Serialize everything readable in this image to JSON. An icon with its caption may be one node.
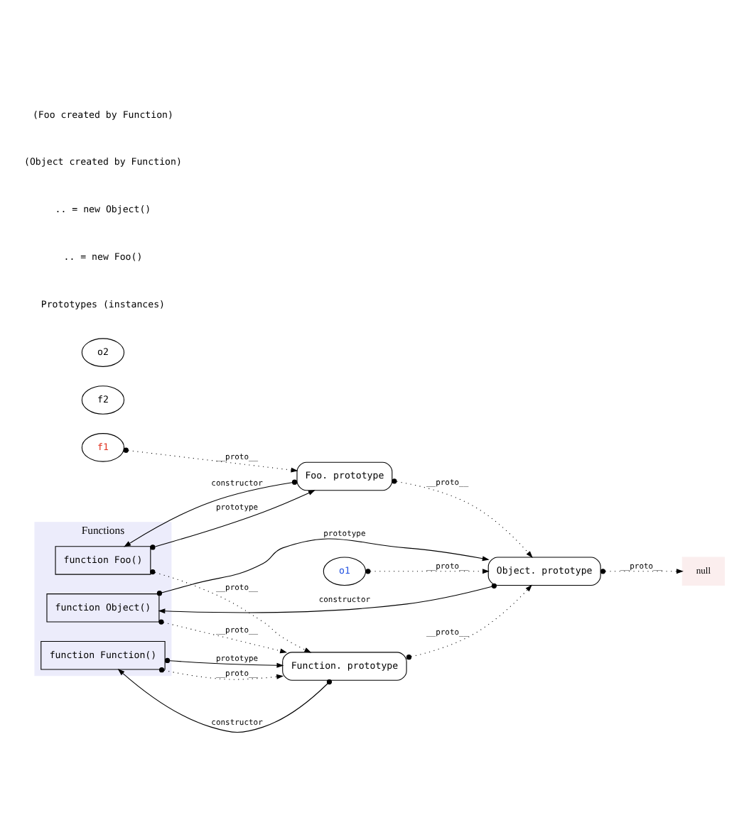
{
  "diagram": {
    "nodes": [
      {
        "text": [
          "Functions"
        ]
      },
      {
        "text": [
          "f2"
        ]
      },
      {
        "text": [
          "f1"
        ]
      },
      {
        "text": [
          "function Foo()"
        ],
        "in": 0
      },
      {
        "text": [
          "Foo. prototype"
        ]
      },
      {
        "text": [
          "o1"
        ]
      },
      {
        "text": [
          "o2"
        ]
      },
      {
        "text": [
          "function Object()"
        ],
        "in": 0
      },
      {
        "text": [
          "Object. prototype"
        ]
      },
      {
        "text": [
          "null"
        ]
      },
      {
        "text": [
          "function Function()"
        ],
        "in": 0
      },
      {
        "text": [
          "Function. prototype"
        ]
      }
    ],
    "edges": [
      {
        "from": 2,
        "to": 4,
        "arrow": "to",
        "label": "__proto__",
        "style": "dashed"
      },
      {
        "from": 3,
        "to": 4,
        "arrow": "to",
        "label": "prototype"
      },
      {
        "from": 4,
        "to": 3,
        "arrow": "to",
        "label": "constructor"
      },
      {
        "from": 4,
        "to": 8,
        "arrow": "to",
        "label": "__proto__",
        "style": "dashed"
      },
      {
        "from": 5,
        "to": 8,
        "arrow": "to",
        "label": "__proto__",
        "style": "dashed"
      },
      {
        "from": 7,
        "to": 8,
        "arrow": "to",
        "label": "prototype"
      },
      {
        "from": 8,
        "to": 7,
        "arrow": "to",
        "label": "constructor"
      },
      {
        "from": 8,
        "to": 9,
        "arrow": "to",
        "label": "__proto__",
        "style": "dashed"
      },
      {
        "from": 11,
        "to": 8,
        "arrow": "to",
        "label": "__proto__",
        "style": "dashed"
      },
      {
        "from": 7,
        "to": 11,
        "arrow": "to",
        "label": "__proto__",
        "style": "dashed"
      },
      {
        "from": 10,
        "to": 11,
        "arrow": "to",
        "label": "prototype"
      },
      {
        "from": 11,
        "to": 10,
        "arrow": "to",
        "label": "constructor"
      },
      {
        "from": 10,
        "to": 11,
        "arrow": "to",
        "label": "__proto__",
        "style": "dashed"
      },
      {
        "from": 3,
        "to": 11,
        "arrow": "to",
        "label": "__proto__",
        "style": "dashed"
      }
    ],
    "labels": [
      "Prototypes (instances)",
      ".. = new Foo()",
      ".. = new Object()",
      "(Object created by Function)",
      "(Foo created by Function)"
    ]
  }
}
